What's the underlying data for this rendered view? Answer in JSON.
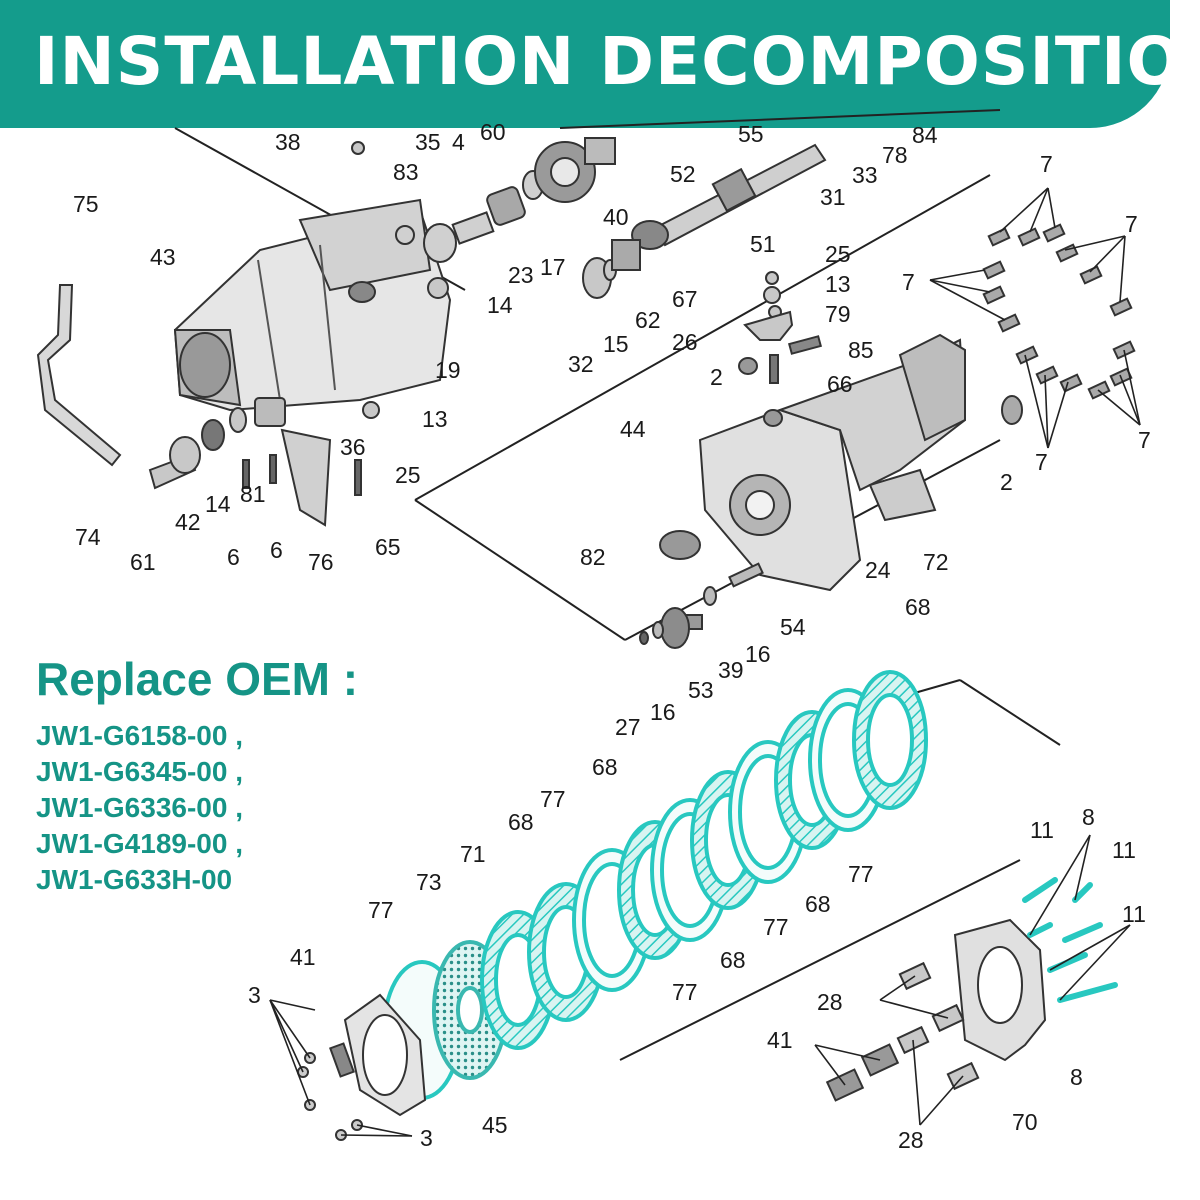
{
  "banner": {
    "title": "INSTALLATION DECOMPOSITION",
    "color": "#149c8c"
  },
  "oem": {
    "title": "Replace OEM :",
    "color": "#159486",
    "part_numbers": [
      "JW1-G6158-00 ,",
      "JW1-G6345-00 ,",
      "JW1-G6336-00 ,",
      "JW1-G4189-00 ,",
      "JW1-G633H-00"
    ]
  },
  "highlight_color": "#28c8c0",
  "callouts": {
    "c38": "38",
    "c35": "35",
    "c4": "4",
    "c60": "60",
    "c52": "52",
    "c55": "55",
    "c31": "31",
    "c33": "33",
    "c78": "78",
    "c84": "84",
    "c83": "83",
    "c75": "75",
    "c43": "43",
    "c23": "23",
    "c14a": "14",
    "c17": "17",
    "c40": "40",
    "c51": "51",
    "c67": "67",
    "c62": "62",
    "c32": "32",
    "c15": "15",
    "c19": "19",
    "c13a": "13",
    "c25a": "25",
    "c36": "36",
    "c14b": "14",
    "c81": "81",
    "c6a": "6",
    "c6b": "6",
    "c42": "42",
    "c61": "61",
    "c74": "74",
    "c76": "76",
    "c65": "65",
    "c25b": "25",
    "c13b": "13",
    "c79": "79",
    "c26": "26",
    "c85": "85",
    "c2a": "2",
    "c66": "66",
    "c44": "44",
    "c2b": "2",
    "c72": "72",
    "c24": "24",
    "c82": "82",
    "c54": "54",
    "c16a": "16",
    "c39": "39",
    "c53": "53",
    "c16b": "16",
    "c27": "27",
    "c68a": "68",
    "c68b": "68",
    "c68c": "68",
    "c68d": "68",
    "c68e": "68",
    "c77a": "77",
    "c77b": "77",
    "c77c": "77",
    "c77d": "77",
    "c77e": "77",
    "c71": "71",
    "c73": "73",
    "c41a": "41",
    "c41b": "41",
    "c3a": "3",
    "c3b": "3",
    "c45": "45",
    "c11a": "11",
    "c11b": "11",
    "c11c": "11",
    "c8a": "8",
    "c8b": "8",
    "c28a": "28",
    "c28b": "28",
    "c70": "70",
    "c7a": "7",
    "c7b": "7",
    "c7c": "7",
    "c7d": "7",
    "c7e": "7"
  }
}
